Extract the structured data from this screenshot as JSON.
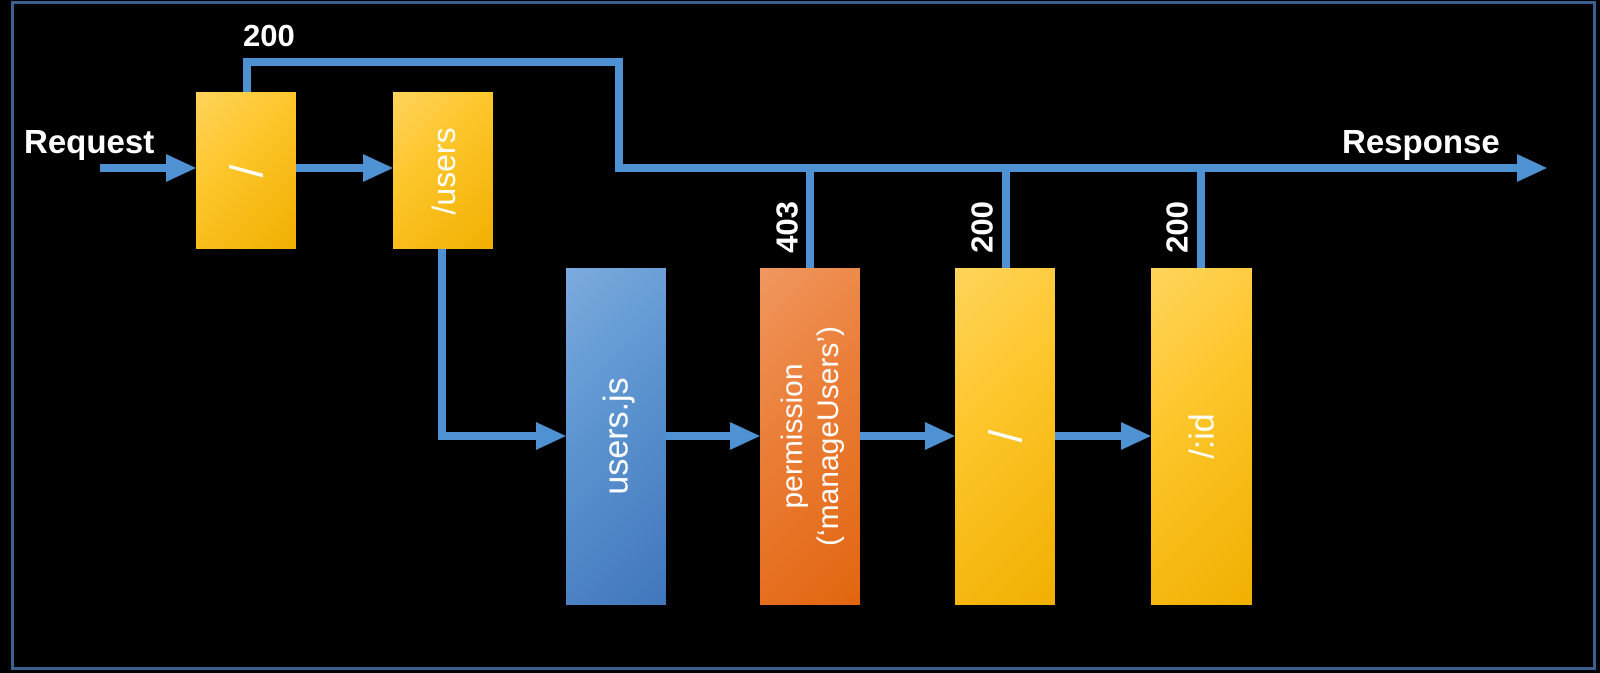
{
  "labels": {
    "request": "Request",
    "response": "Response",
    "top_status": "200"
  },
  "status_codes": [
    {
      "text": "403"
    },
    {
      "text": "200"
    },
    {
      "text": "200"
    }
  ],
  "nodes": [
    {
      "label": "/"
    },
    {
      "label": "/users"
    },
    {
      "label": "users.js"
    },
    {
      "label_line1": "permission",
      "label_line2": "(‘manageUsers’)"
    },
    {
      "label": "/"
    },
    {
      "label": "/:id"
    }
  ],
  "colors": {
    "background": "#000000",
    "frame_border": "#3d5f90",
    "connector_blue": "#4f92d3",
    "route_gold": "#fdc62b",
    "module_blue": "#5b93cf",
    "middleware_orange": "#ea7d36",
    "text": "#ffffff"
  }
}
